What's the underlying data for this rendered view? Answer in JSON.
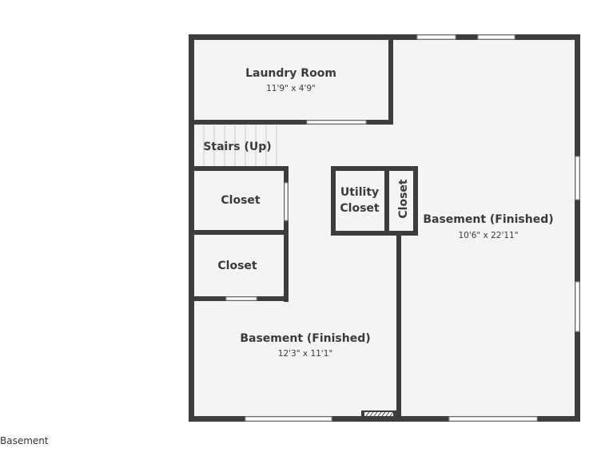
{
  "floor_label": "Basement",
  "colors": {
    "wall": "#3d3d3d",
    "floor": "#f4f4f4",
    "window": "#ffffff",
    "text": "#3a3a3a"
  },
  "rooms": {
    "laundry": {
      "name": "Laundry Room",
      "dims": "11'9\" x 4'9\""
    },
    "stairs": {
      "name": "Stairs (Up)"
    },
    "closet_upper": {
      "name": "Closet"
    },
    "closet_lower": {
      "name": "Closet"
    },
    "utility": {
      "name_line1": "Utility",
      "name_line2": "Closet"
    },
    "closet_vertical": {
      "name": "Closet"
    },
    "basement_right": {
      "name": "Basement (Finished)",
      "dims": "10'6\" x 22'11\""
    },
    "basement_left": {
      "name": "Basement (Finished)",
      "dims": "12'3\" x 11'1\""
    }
  }
}
